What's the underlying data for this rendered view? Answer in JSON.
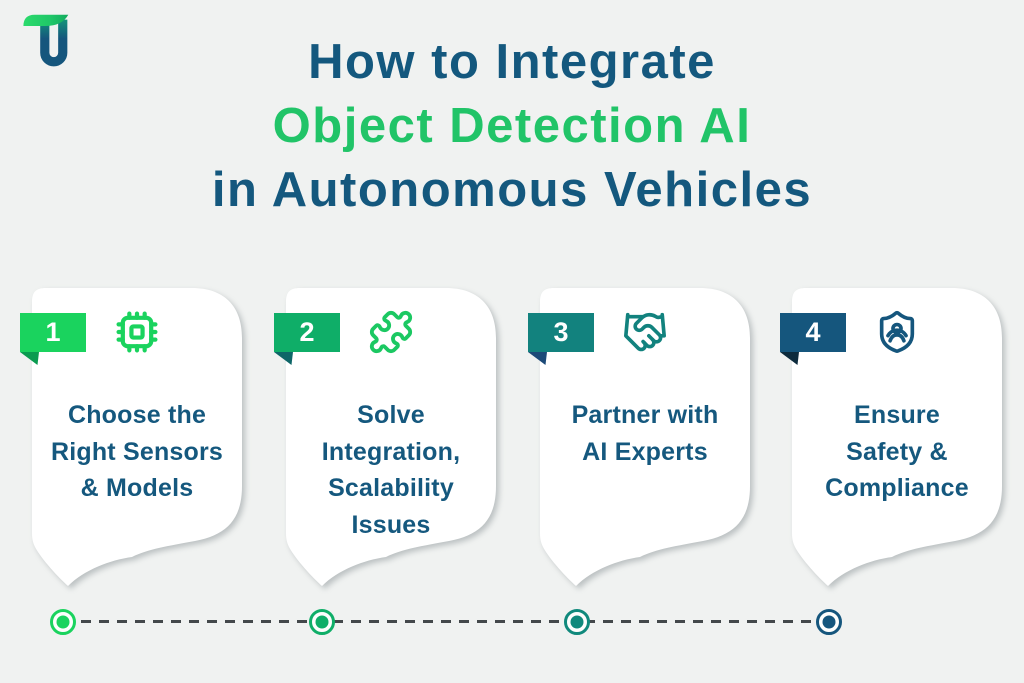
{
  "page": {
    "background_color": "#f0f2f1",
    "card_color": "#ffffff"
  },
  "logo": {
    "name": "turing-logo",
    "flag_green_light": "#2bdb6c",
    "flag_green_dark": "#12ab5e",
    "u_blue": "#15567d"
  },
  "title": {
    "lines": [
      {
        "text": "How to Integrate",
        "color": "#14587e"
      },
      {
        "text": "Object Detection AI",
        "color": "#21c468"
      },
      {
        "text": "in Autonomous Vehicles",
        "color": "#14587e"
      }
    ]
  },
  "steps": [
    {
      "number": "1",
      "badge_color": "#1ad35e",
      "fold_color": "#0a9b50",
      "icon": "cpu-chip-icon",
      "icon_color": "#1ad35e",
      "dot_color": "#1ad35e",
      "text_color": "#15587e",
      "label": "Choose the Right Sensors & Models",
      "lines": [
        "Choose the",
        "Right Sensors",
        "& Models"
      ]
    },
    {
      "number": "2",
      "badge_color": "#0fae68",
      "fold_color": "#0e6668",
      "icon": "puzzle-icon",
      "icon_color": "#1bc862",
      "dot_color": "#0fae68",
      "text_color": "#15587e",
      "label": "Solve Integration, Scalability Issues",
      "lines": [
        "Solve",
        "Integration,",
        "Scalability",
        "Issues"
      ]
    },
    {
      "number": "3",
      "badge_color": "#12827e",
      "fold_color": "#1c4a78",
      "icon": "handshake-icon",
      "icon_color": "#12827e",
      "dot_color": "#10897c",
      "text_color": "#15587e",
      "label": "Partner with AI Experts",
      "lines": [
        "Partner with",
        "AI Experts"
      ]
    },
    {
      "number": "4",
      "badge_color": "#15567d",
      "fold_color": "#0d2b3d",
      "icon": "shield-user-icon",
      "icon_color": "#15567d",
      "dot_color": "#15567d",
      "text_color": "#15587e",
      "label": "Ensure Safety & Compliance",
      "lines": [
        "Ensure",
        "Safety &",
        "Compliance"
      ]
    }
  ],
  "timeline": {
    "line_color": "#43484b"
  }
}
